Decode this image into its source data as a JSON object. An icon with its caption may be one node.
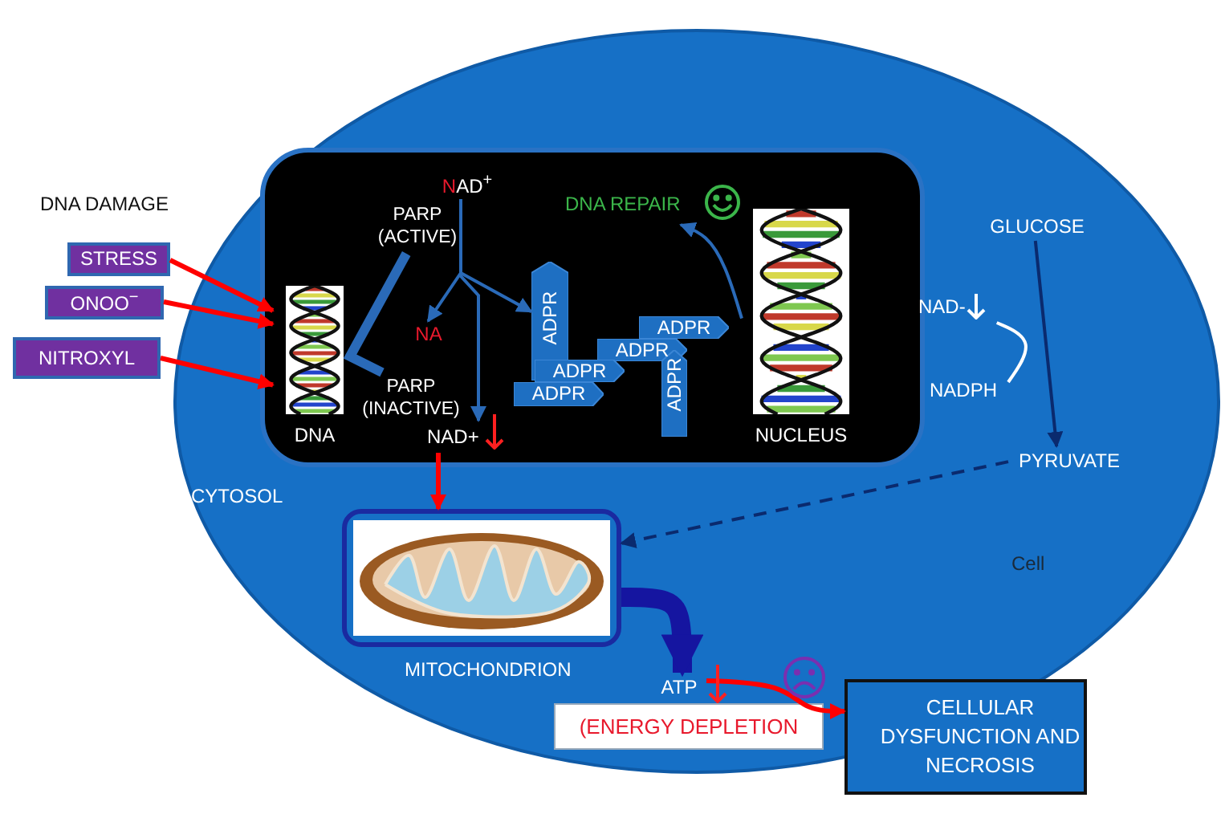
{
  "diagram": {
    "nodes": [
      {
        "text": [
          "CYTOSOL",
          "Cell"
        ]
      },
      {
        "text": [],
        "shape": "box",
        "in": 0
      },
      {
        "text": [
          "STRESS"
        ]
      },
      {
        "text": [
          "ONOO$^{−}$"
        ]
      },
      {
        "text": [
          "NITROXYL"
        ]
      },
      {
        "text": [
          "DNA"
        ],
        "in": 1
      },
      {
        "text": [
          "PARP (ACTIVE)"
        ],
        "in": 1
      },
      {
        "text": [
          "PARP (INACTIVE)"
        ],
        "in": 1
      },
      {
        "text": [
          "NAD$^{+}$"
        ],
        "in": 1
      },
      {
        "text": [
          "NA"
        ],
        "in": 1
      },
      {
        "text": [
          "NAD+"
        ],
        "in": 1
      },
      {
        "text": [
          "ADPR"
        ],
        "in": 1
      },
      {
        "text": [
          "ADPR"
        ],
        "in": 1
      },
      {
        "text": [
          "ADPR"
        ],
        "in": 1
      },
      {
        "text": [
          "ADPR"
        ],
        "in": 1
      },
      {
        "text": [
          "ADPR"
        ],
        "in": 1
      },
      {
        "text": [
          "ADPR"
        ],
        "in": 1
      },
      {
        "text": [
          "DNA REPAIR"
        ],
        "in": 1
      },
      {
        "text": [
          "NUCLEUS"
        ],
        "in": 1
      },
      {
        "text": [
          "GLUCOSE"
        ],
        "in": 0
      },
      {
        "text": [
          "NAD-"
        ],
        "in": 0
      },
      {
        "text": [
          "NADPH"
        ],
        "in": 0
      },
      {
        "text": [
          "PYRUVATE"
        ],
        "in": 0
      },
      {
        "text": [
          "MITOCHONDRION"
        ],
        "in": 0
      },
      {
        "text": [
          "ATP"
        ],
        "in": 0
      },
      {
        "text": [
          "(ENERGY DEPLETION"
        ],
        "in": 0
      },
      {
        "text": [
          "CELLULAR DYSFUNCTION AND NECROSIS"
        ]
      }
    ],
    "edges": [
      {
        "from": 2,
        "to": 5,
        "arrow": "to",
        "color": "#ff0000"
      },
      {
        "from": 3,
        "to": 5,
        "arrow": "to",
        "color": "#ff0000"
      },
      {
        "from": 4,
        "to": 5,
        "arrow": "to",
        "color": "#ff0000"
      },
      {
        "from": 6,
        "to": 7,
        "arrow": "none",
        "style": "thick",
        "color": "#2a6ab8"
      },
      {
        "from": 8,
        "to": 9,
        "arrow": "to",
        "color": "#2a6ab8"
      },
      {
        "from": 8,
        "to": 11,
        "arrow": "to",
        "color": "#2a6ab8"
      },
      {
        "from": 8,
        "to": 10,
        "arrow": "to",
        "color": "#2a6ab8"
      },
      {
        "from": 18,
        "to": 17,
        "arrow": "to",
        "color": "#2a6ab8"
      },
      {
        "from": 19,
        "to": 22,
        "arrow": "to",
        "color": "#0a2a6e"
      },
      {
        "from": 21,
        "to": 20,
        "arrow": "none",
        "color": "#ffffff"
      },
      {
        "from": 22,
        "to": 23,
        "arrow": "to",
        "style": "dashed",
        "color": "#0a2a6e"
      },
      {
        "from": 10,
        "to": 23,
        "arrow": "to",
        "color": "#ff0000"
      },
      {
        "from": 23,
        "to": 24,
        "arrow": "to",
        "style": "thick",
        "color": "#1515a0"
      },
      {
        "from": 24,
        "to": 26,
        "arrow": "to",
        "color": "#ff0000"
      }
    ],
    "labels": [
      "DNA DAMAGE"
    ]
  }
}
